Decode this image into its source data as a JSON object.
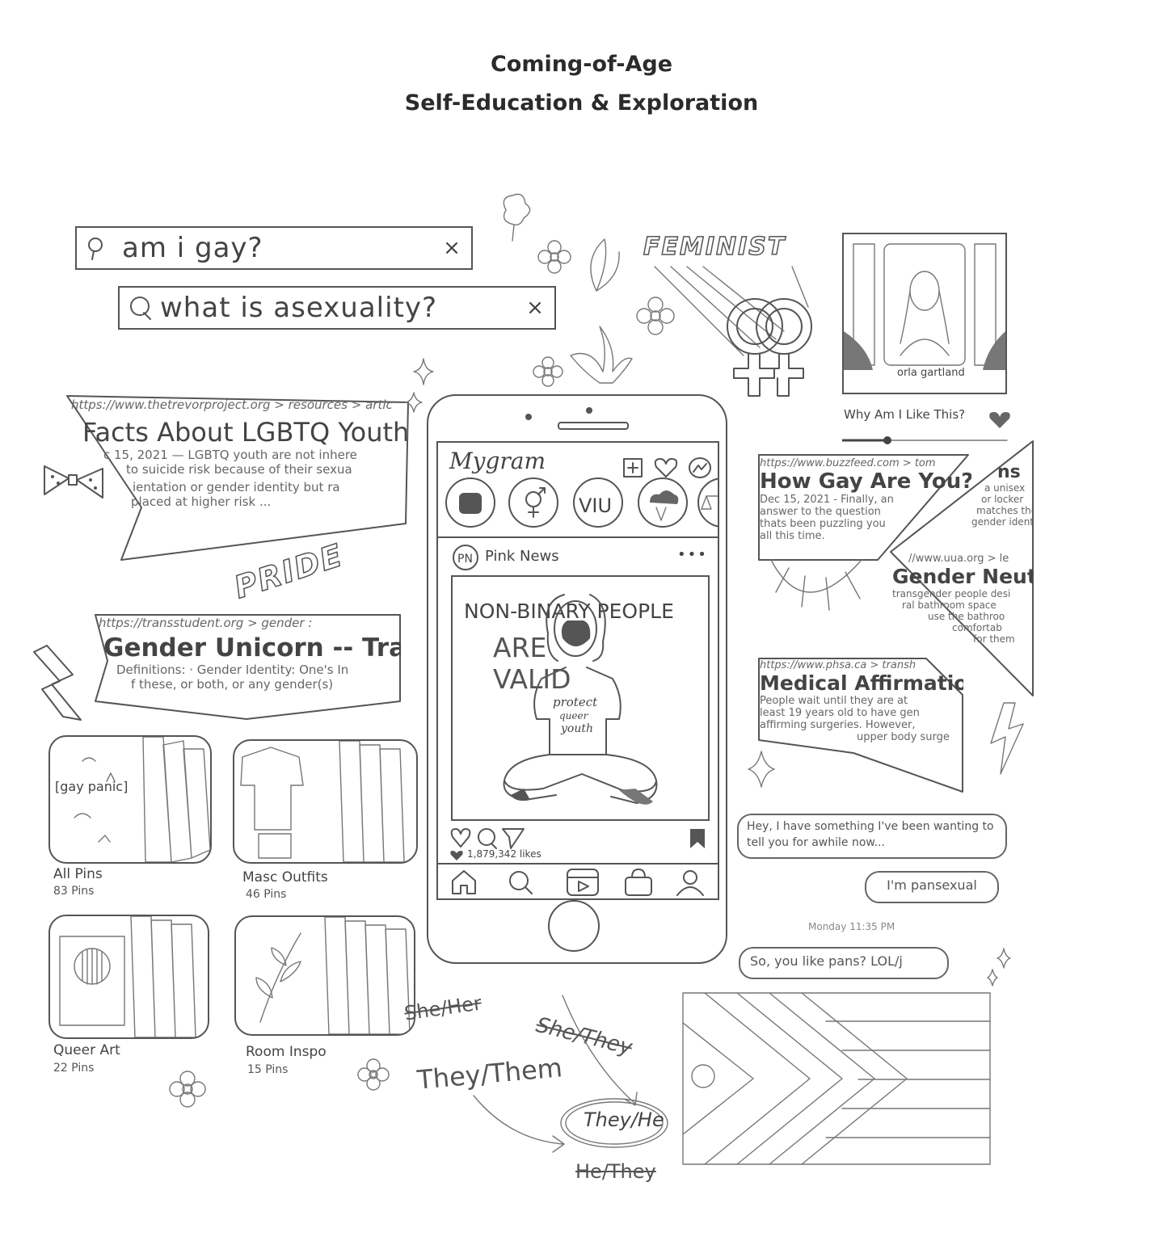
{
  "title": {
    "line1": "Coming-of-Age",
    "line2": "Self-Education & Exploration"
  },
  "searches": [
    {
      "query": "am i gay?",
      "clear": "×"
    },
    {
      "query": "what is asexuality?",
      "clear": "×"
    }
  ],
  "articles": {
    "trevor": {
      "url": "https://www.thetrevorproject.org > resources > artic",
      "headline": "Facts About LGBTQ Youth S",
      "body1": "c 15, 2021 — LGBTQ youth are not inhere",
      "body2": "to suicide risk because of their sexua",
      "body3": "ientation or gender identity but ra",
      "body4": "placed at higher risk ..."
    },
    "transstudent": {
      "url": "https://transstudent.org > gender :",
      "headline": "Gender Unicorn -- Trans",
      "body1": "Definitions: · Gender Identity: One's In",
      "body2": "f these, or both, or any gender(s)"
    },
    "buzzfeed": {
      "url": "https://www.buzzfeed.com > tom",
      "headline": "How Gay Are You?",
      "body1": "Dec 15, 2021 - Finally, an",
      "body2": "answer to the question",
      "body3": "thats been puzzling you",
      "body4": "all this time."
    },
    "uua": {
      "frag1": "ns",
      "frag2": "a unisex",
      "frag3": "or locker",
      "frag4": "matches the",
      "frag5": "gender identi",
      "url": "//www.uua.org > le",
      "headline": "Gender Neutr",
      "body1": "transgender people desi",
      "body2": "ral bathroom space",
      "body3": "use the bathroo",
      "body4": "comfortab",
      "body5": "for them"
    },
    "phsa": {
      "url": "https://www.phsa.ca > transh",
      "headline": "Medical Affirmation &",
      "body1": "People wait until they are at",
      "body2": "least 19 years old to have gen",
      "body3": "affirming surgeries. However,",
      "body4": "upper body surge"
    }
  },
  "stickers": {
    "pride": "PRIDE",
    "feminist": "FEMINIST",
    "viu": "VIU"
  },
  "music": {
    "artist": "orla gartland",
    "song": "Why Am I Like This?"
  },
  "phone": {
    "app_name": "Mygram",
    "post_account": "Pink News",
    "post_line1": "NON-BINARY PEOPLE",
    "post_line2": "ARE VALID",
    "shirt_text": "protect queer youth",
    "likes": "1,879,342 likes"
  },
  "pins": [
    {
      "label": "All Pins",
      "count": "83 Pins",
      "tag": "[gay panic]"
    },
    {
      "label": "Masc Outfits",
      "count": "46 Pins"
    },
    {
      "label": "Queer Art",
      "count": "22 Pins"
    },
    {
      "label": "Room Inspo",
      "count": "15 Pins"
    }
  ],
  "messages": {
    "m1": "Hey, I have something I've been wanting to tell you for awhile now...",
    "m2": "I'm pansexual",
    "time": "Monday 11:35 PM",
    "m3": "So, you like pans? LOL/j"
  },
  "pronouns": {
    "p1": "She/Her",
    "p2": "She/They",
    "p3": "They/Them",
    "p4": "They/He",
    "p5": "He/They"
  }
}
